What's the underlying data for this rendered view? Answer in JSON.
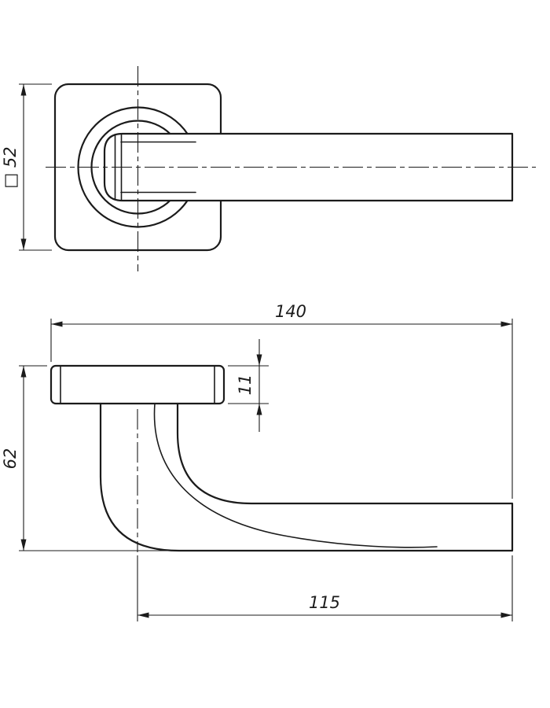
{
  "colors": {
    "background": "#ffffff",
    "line": "#1b1b1b"
  },
  "top_view": {
    "square_dimension_label": "□ 52"
  },
  "front_view": {
    "total_length_label": "140",
    "rosette_thickness_label": "11",
    "height_label": "62",
    "lever_length_label": "115"
  }
}
